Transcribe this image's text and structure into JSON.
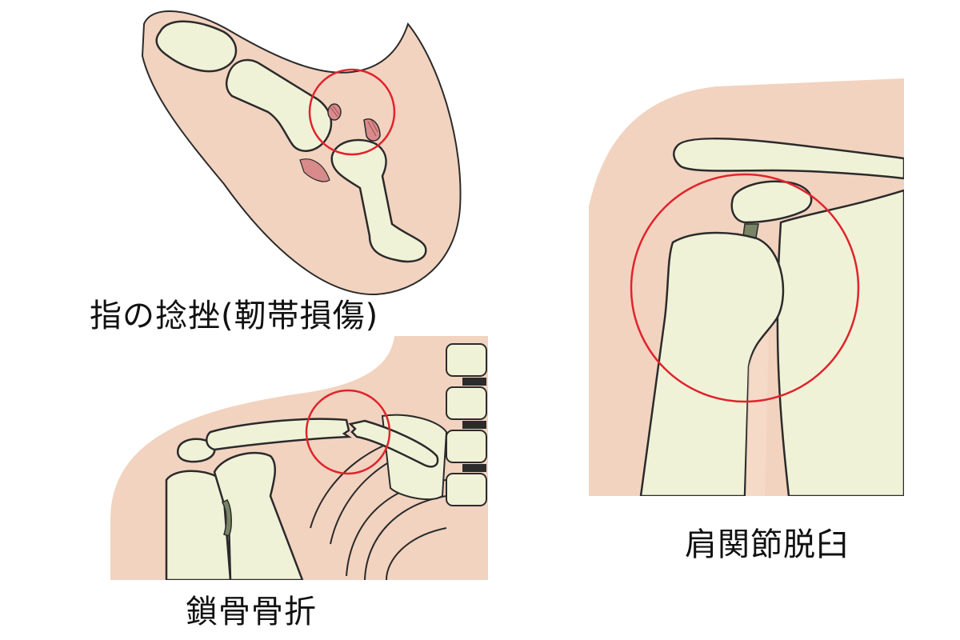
{
  "panels": {
    "finger": {
      "caption": "指の捻挫(靭帯損傷)"
    },
    "clavicle": {
      "caption": "鎖骨骨折"
    },
    "shoulder": {
      "caption": "肩関節脱臼"
    }
  },
  "colors": {
    "skin": "#f2d3c0",
    "bone": "#f0f2d8",
    "outline": "#2b2b2b",
    "highlight_circle": "#e0242c",
    "ligament": "#d98a8a",
    "cartilage": "#7a8466"
  }
}
